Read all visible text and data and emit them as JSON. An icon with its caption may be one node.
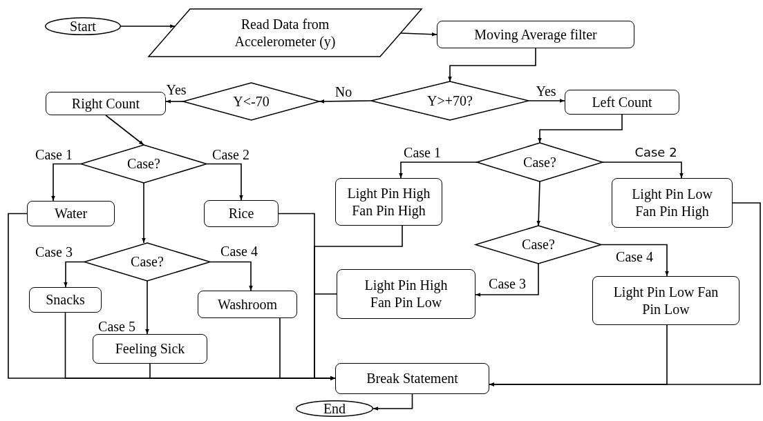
{
  "diagram": {
    "nodes": [
      {
        "text": [
          "Start"
        ]
      },
      {
        "text": [
          "Read Data from Accelerometer (y)"
        ]
      },
      {
        "text": [
          "Moving Average filter"
        ]
      },
      {
        "text": [
          "Y>+70?"
        ]
      },
      {
        "text": [
          "Y<-70"
        ]
      },
      {
        "text": [
          "Right Count"
        ]
      },
      {
        "text": [
          "Left Count"
        ]
      },
      {
        "text": [
          "Case?"
        ]
      },
      {
        "text": [
          "Case?"
        ]
      },
      {
        "text": [
          "Water"
        ]
      },
      {
        "text": [
          "Rice"
        ]
      },
      {
        "text": [
          "Light Pin High Fan Pin High"
        ]
      },
      {
        "text": [
          "Light Pin Low Fan Pin High"
        ]
      },
      {
        "text": [
          "Case?"
        ]
      },
      {
        "text": [
          "Case?"
        ]
      },
      {
        "text": [
          "Snacks"
        ]
      },
      {
        "text": [
          "Washroom"
        ]
      },
      {
        "text": [
          "Feeling Sick"
        ]
      },
      {
        "text": [
          "Light Pin High Fan Pin Low"
        ]
      },
      {
        "text": [
          "Light Pin Low Fan Pin Low"
        ]
      },
      {
        "text": [
          "Break Statement"
        ]
      },
      {
        "text": [
          "End"
        ]
      }
    ],
    "edges": [
      {
        "from": 0,
        "to": 1,
        "arrow": "to"
      },
      {
        "from": 1,
        "to": 2,
        "arrow": "to"
      },
      {
        "from": 2,
        "to": 3,
        "arrow": "to"
      },
      {
        "from": 3,
        "to": 6,
        "arrow": "to",
        "label": "Yes"
      },
      {
        "from": 3,
        "to": 4,
        "arrow": "to",
        "label": "No"
      },
      {
        "from": 4,
        "to": 5,
        "arrow": "to",
        "label": "Yes"
      },
      {
        "from": 5,
        "to": 7,
        "arrow": "to"
      },
      {
        "from": 7,
        "to": 9,
        "arrow": "to",
        "label": "Case 1"
      },
      {
        "from": 7,
        "to": 10,
        "arrow": "to",
        "label": "Case 2"
      },
      {
        "from": 7,
        "to": 13,
        "arrow": "to"
      },
      {
        "from": 13,
        "to": 15,
        "arrow": "to",
        "label": "Case 3"
      },
      {
        "from": 13,
        "to": 16,
        "arrow": "to",
        "label": "Case 4"
      },
      {
        "from": 13,
        "to": 17,
        "arrow": "to",
        "label": "Case 5"
      },
      {
        "from": 6,
        "to": 8,
        "arrow": "to"
      },
      {
        "from": 8,
        "to": 11,
        "arrow": "to",
        "label": "Case 1"
      },
      {
        "from": 8,
        "to": 12,
        "arrow": "to",
        "label": "Case 2"
      },
      {
        "from": 8,
        "to": 14,
        "arrow": "to"
      },
      {
        "from": 14,
        "to": 18,
        "arrow": "to",
        "label": "Case 3"
      },
      {
        "from": 14,
        "to": 19,
        "arrow": "to",
        "label": "Case 4"
      },
      {
        "from": 9,
        "to": 20,
        "arrow": "to"
      },
      {
        "from": 15,
        "to": 20,
        "arrow": "to"
      },
      {
        "from": 17,
        "to": 20,
        "arrow": "to"
      },
      {
        "from": 16,
        "to": 20,
        "arrow": "to"
      },
      {
        "from": 10,
        "to": 20,
        "arrow": "to"
      },
      {
        "from": 11,
        "to": 20,
        "arrow": "to"
      },
      {
        "from": 18,
        "to": 20,
        "arrow": "to"
      },
      {
        "from": 19,
        "to": 20,
        "arrow": "to"
      },
      {
        "from": 12,
        "to": 20,
        "arrow": "to"
      },
      {
        "from": 20,
        "to": 21,
        "arrow": "to"
      }
    ]
  }
}
